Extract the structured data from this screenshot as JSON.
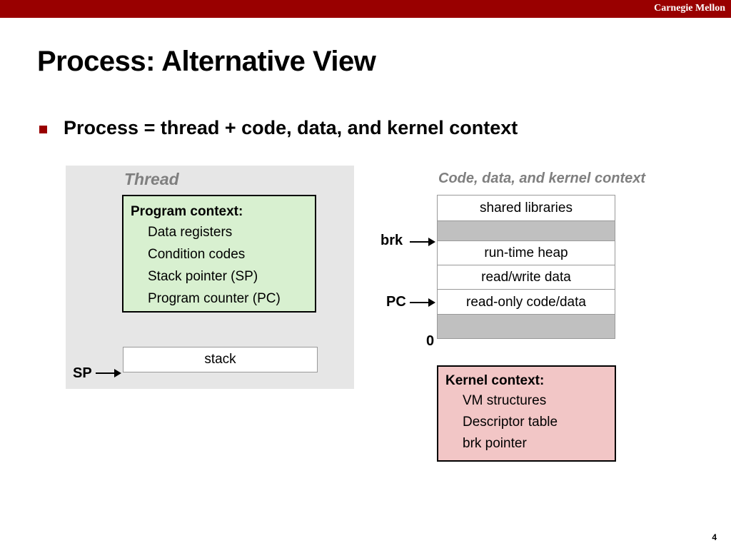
{
  "header": {
    "brand": "Carnegie Mellon"
  },
  "slide": {
    "title": "Process: Alternative View",
    "bullet": "Process = thread + code, data, and kernel context",
    "page_number": "4"
  },
  "thread": {
    "label": "Thread",
    "program_context": {
      "heading": "Program context:",
      "items": [
        "Data registers",
        "Condition codes",
        "Stack pointer (SP)",
        "Program counter (PC)"
      ]
    },
    "stack_label": "stack",
    "sp_label": "SP"
  },
  "context": {
    "label": "Code, data, and kernel context",
    "segments": [
      "shared libraries",
      "",
      "run-time heap",
      "read/write data",
      "read-only code/data",
      ""
    ],
    "brk_label": "brk",
    "pc_label": "PC",
    "zero_label": "0"
  },
  "kernel": {
    "heading": "Kernel context:",
    "items": [
      "VM structures",
      "Descriptor table",
      "brk pointer"
    ]
  },
  "colors": {
    "accent": "#990000",
    "thread_panel": "#e6e6e6",
    "program_box": "#d8f0d0",
    "kernel_box": "#f2c6c6",
    "gray_segment": "#c0c0c0"
  }
}
